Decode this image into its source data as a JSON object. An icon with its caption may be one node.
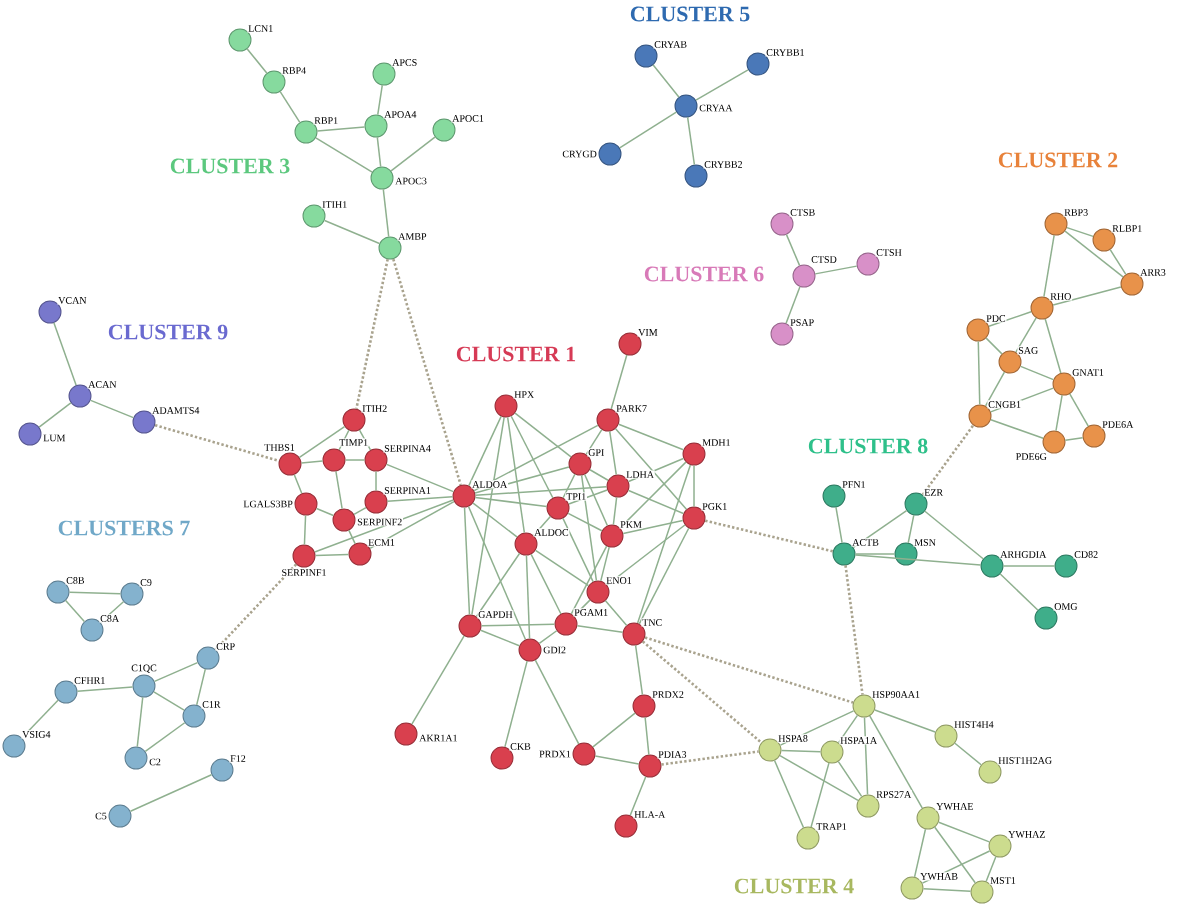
{
  "diagram": {
    "nodes": [
      {
        "text": [
          "CRYAB"
        ]
      },
      {
        "text": [
          "CRYBB1"
        ]
      },
      {
        "text": [
          "CRYAA"
        ]
      },
      {
        "text": [
          "CRYGD"
        ]
      },
      {
        "text": [
          "CRYBB2"
        ]
      },
      {
        "text": [
          "LCN1"
        ]
      },
      {
        "text": [
          "RBP4"
        ]
      },
      {
        "text": [
          "APCS"
        ]
      },
      {
        "text": [
          "RBP1"
        ]
      },
      {
        "text": [
          "APOA4"
        ]
      },
      {
        "text": [
          "APOC1"
        ]
      },
      {
        "text": [
          "APOC3"
        ]
      },
      {
        "text": [
          "ITIH1"
        ]
      },
      {
        "text": [
          "AMBP"
        ]
      },
      {
        "text": [
          "CTSB"
        ]
      },
      {
        "text": [
          "CTSH"
        ]
      },
      {
        "text": [
          "CTSD"
        ]
      },
      {
        "text": [
          "PSAP"
        ]
      },
      {
        "text": [
          "RBP3"
        ]
      },
      {
        "text": [
          "RLBP1"
        ]
      },
      {
        "text": [
          "ARR3"
        ]
      },
      {
        "text": [
          "RHO"
        ]
      },
      {
        "text": [
          "PDC"
        ]
      },
      {
        "text": [
          "SAG"
        ]
      },
      {
        "text": [
          "GNAT1"
        ]
      },
      {
        "text": [
          "CNGB1"
        ]
      },
      {
        "text": [
          "PDE6G"
        ]
      },
      {
        "text": [
          "PDE6A"
        ]
      },
      {
        "text": [
          "VCAN"
        ]
      },
      {
        "text": [
          "ACAN"
        ]
      },
      {
        "text": [
          "ADAMTS4"
        ]
      },
      {
        "text": [
          "LUM"
        ]
      },
      {
        "text": [
          "VIM"
        ]
      },
      {
        "text": [
          "HPX"
        ]
      },
      {
        "text": [
          "ITIH2"
        ]
      },
      {
        "text": [
          "PARK7"
        ]
      },
      {
        "text": [
          "MDH1"
        ]
      },
      {
        "text": [
          "THBS1"
        ]
      },
      {
        "text": [
          "TIMP1"
        ]
      },
      {
        "text": [
          "SERPINA4"
        ]
      },
      {
        "text": [
          "GPI"
        ]
      },
      {
        "text": [
          "LDHA"
        ]
      },
      {
        "text": [
          "ALDOA"
        ]
      },
      {
        "text": [
          "LGALS3BP"
        ]
      },
      {
        "text": [
          "SERPINA1"
        ]
      },
      {
        "text": [
          "TPI1"
        ]
      },
      {
        "text": [
          "PGK1"
        ]
      },
      {
        "text": [
          "SERPINF2"
        ]
      },
      {
        "text": [
          "PKM"
        ]
      },
      {
        "text": [
          "ALDOC"
        ]
      },
      {
        "text": [
          "SERPINF1"
        ]
      },
      {
        "text": [
          "ECM1"
        ]
      },
      {
        "text": [
          "ENO1"
        ]
      },
      {
        "text": [
          "GAPDH"
        ]
      },
      {
        "text": [
          "TNC"
        ]
      },
      {
        "text": [
          "PGAM1"
        ]
      },
      {
        "text": [
          "GDI2"
        ]
      },
      {
        "text": [
          "AKR1A1"
        ]
      },
      {
        "text": [
          "PRDX2"
        ]
      },
      {
        "text": [
          "CKB"
        ]
      },
      {
        "text": [
          "PRDX1"
        ]
      },
      {
        "text": [
          "PDIA3"
        ]
      },
      {
        "text": [
          "HLA-A"
        ]
      },
      {
        "text": [
          "PFN1"
        ]
      },
      {
        "text": [
          "EZR"
        ]
      },
      {
        "text": [
          "ACTB"
        ]
      },
      {
        "text": [
          "MSN"
        ]
      },
      {
        "text": [
          "ARHGDIA"
        ]
      },
      {
        "text": [
          "CD82"
        ]
      },
      {
        "text": [
          "OMG"
        ]
      },
      {
        "text": [
          "C8B"
        ]
      },
      {
        "text": [
          "C9"
        ]
      },
      {
        "text": [
          "C8A"
        ]
      },
      {
        "text": [
          "CRP"
        ]
      },
      {
        "text": [
          "CFHR1"
        ]
      },
      {
        "text": [
          "C1QC"
        ]
      },
      {
        "text": [
          "C1R"
        ]
      },
      {
        "text": [
          "VSIG4"
        ]
      },
      {
        "text": [
          "C2"
        ]
      },
      {
        "text": [
          "F12"
        ]
      },
      {
        "text": [
          "C5"
        ]
      },
      {
        "text": [
          "HSP90AA1"
        ]
      },
      {
        "text": [
          "HIST4H4"
        ]
      },
      {
        "text": [
          "HSPA8"
        ]
      },
      {
        "text": [
          "HSPA1A"
        ]
      },
      {
        "text": [
          "HIST1H2AG"
        ]
      },
      {
        "text": [
          "RPS27A"
        ]
      },
      {
        "text": [
          "YWHAE"
        ]
      },
      {
        "text": [
          "TRAP1"
        ]
      },
      {
        "text": [
          "YWHAZ"
        ]
      },
      {
        "text": [
          "YWHAB"
        ]
      },
      {
        "text": [
          "MST1"
        ]
      }
    ],
    "edges": [
      {
        "from": 0,
        "to": 2,
        "arrow": "none"
      },
      {
        "from": 1,
        "to": 2,
        "arrow": "none"
      },
      {
        "from": 3,
        "to": 2,
        "arrow": "none"
      },
      {
        "from": 4,
        "to": 2,
        "arrow": "none"
      },
      {
        "from": 5,
        "to": 6,
        "arrow": "none"
      },
      {
        "from": 6,
        "to": 8,
        "arrow": "none"
      },
      {
        "from": 8,
        "to": 9,
        "arrow": "none"
      },
      {
        "from": 8,
        "to": 11,
        "arrow": "none"
      },
      {
        "from": 7,
        "to": 9,
        "arrow": "none"
      },
      {
        "from": 9,
        "to": 11,
        "arrow": "none"
      },
      {
        "from": 10,
        "to": 11,
        "arrow": "none"
      },
      {
        "from": 11,
        "to": 13,
        "arrow": "none"
      },
      {
        "from": 12,
        "to": 13,
        "arrow": "none"
      },
      {
        "from": 14,
        "to": 16,
        "arrow": "none"
      },
      {
        "from": 16,
        "to": 15,
        "arrow": "none"
      },
      {
        "from": 16,
        "to": 17,
        "arrow": "none"
      },
      {
        "from": 18,
        "to": 19,
        "arrow": "none"
      },
      {
        "from": 18,
        "to": 21,
        "arrow": "none"
      },
      {
        "from": 18,
        "to": 20,
        "arrow": "none"
      },
      {
        "from": 19,
        "to": 20,
        "arrow": "none"
      },
      {
        "from": 21,
        "to": 20,
        "arrow": "none"
      },
      {
        "from": 21,
        "to": 22,
        "arrow": "none"
      },
      {
        "from": 21,
        "to": 23,
        "arrow": "none"
      },
      {
        "from": 21,
        "to": 24,
        "arrow": "none"
      },
      {
        "from": 22,
        "to": 23,
        "arrow": "none"
      },
      {
        "from": 22,
        "to": 25,
        "arrow": "none"
      },
      {
        "from": 23,
        "to": 24,
        "arrow": "none"
      },
      {
        "from": 23,
        "to": 25,
        "arrow": "none"
      },
      {
        "from": 24,
        "to": 25,
        "arrow": "none"
      },
      {
        "from": 24,
        "to": 26,
        "arrow": "none"
      },
      {
        "from": 24,
        "to": 27,
        "arrow": "none"
      },
      {
        "from": 25,
        "to": 26,
        "arrow": "none"
      },
      {
        "from": 26,
        "to": 27,
        "arrow": "none"
      },
      {
        "from": 28,
        "to": 29,
        "arrow": "none"
      },
      {
        "from": 29,
        "to": 31,
        "arrow": "none"
      },
      {
        "from": 29,
        "to": 30,
        "arrow": "none"
      },
      {
        "from": 34,
        "to": 37,
        "arrow": "none"
      },
      {
        "from": 34,
        "to": 38,
        "arrow": "none"
      },
      {
        "from": 34,
        "to": 39,
        "arrow": "none"
      },
      {
        "from": 37,
        "to": 38,
        "arrow": "none"
      },
      {
        "from": 38,
        "to": 39,
        "arrow": "none"
      },
      {
        "from": 37,
        "to": 43,
        "arrow": "none"
      },
      {
        "from": 43,
        "to": 47,
        "arrow": "none"
      },
      {
        "from": 43,
        "to": 50,
        "arrow": "none"
      },
      {
        "from": 47,
        "to": 44,
        "arrow": "none"
      },
      {
        "from": 47,
        "to": 51,
        "arrow": "none"
      },
      {
        "from": 44,
        "to": 39,
        "arrow": "none"
      },
      {
        "from": 50,
        "to": 51,
        "arrow": "none"
      },
      {
        "from": 38,
        "to": 47,
        "arrow": "none"
      },
      {
        "from": 39,
        "to": 42,
        "arrow": "none"
      },
      {
        "from": 44,
        "to": 42,
        "arrow": "none"
      },
      {
        "from": 51,
        "to": 42,
        "arrow": "none"
      },
      {
        "from": 50,
        "to": 42,
        "arrow": "none"
      },
      {
        "from": 42,
        "to": 33,
        "arrow": "none"
      },
      {
        "from": 42,
        "to": 40,
        "arrow": "none"
      },
      {
        "from": 42,
        "to": 45,
        "arrow": "none"
      },
      {
        "from": 42,
        "to": 49,
        "arrow": "none"
      },
      {
        "from": 42,
        "to": 53,
        "arrow": "none"
      },
      {
        "from": 42,
        "to": 56,
        "arrow": "none"
      },
      {
        "from": 42,
        "to": 35,
        "arrow": "none"
      },
      {
        "from": 42,
        "to": 41,
        "arrow": "none"
      },
      {
        "from": 33,
        "to": 40,
        "arrow": "none"
      },
      {
        "from": 33,
        "to": 45,
        "arrow": "none"
      },
      {
        "from": 33,
        "to": 49,
        "arrow": "none"
      },
      {
        "from": 33,
        "to": 53,
        "arrow": "none"
      },
      {
        "from": 35,
        "to": 32,
        "arrow": "none"
      },
      {
        "from": 35,
        "to": 40,
        "arrow": "none"
      },
      {
        "from": 35,
        "to": 41,
        "arrow": "none"
      },
      {
        "from": 35,
        "to": 36,
        "arrow": "none"
      },
      {
        "from": 35,
        "to": 46,
        "arrow": "none"
      },
      {
        "from": 36,
        "to": 41,
        "arrow": "none"
      },
      {
        "from": 36,
        "to": 46,
        "arrow": "none"
      },
      {
        "from": 36,
        "to": 48,
        "arrow": "none"
      },
      {
        "from": 36,
        "to": 54,
        "arrow": "none"
      },
      {
        "from": 40,
        "to": 41,
        "arrow": "none"
      },
      {
        "from": 40,
        "to": 45,
        "arrow": "none"
      },
      {
        "from": 40,
        "to": 48,
        "arrow": "none"
      },
      {
        "from": 40,
        "to": 52,
        "arrow": "none"
      },
      {
        "from": 41,
        "to": 45,
        "arrow": "none"
      },
      {
        "from": 41,
        "to": 46,
        "arrow": "none"
      },
      {
        "from": 41,
        "to": 48,
        "arrow": "none"
      },
      {
        "from": 45,
        "to": 48,
        "arrow": "none"
      },
      {
        "from": 45,
        "to": 49,
        "arrow": "none"
      },
      {
        "from": 45,
        "to": 52,
        "arrow": "none"
      },
      {
        "from": 46,
        "to": 48,
        "arrow": "none"
      },
      {
        "from": 46,
        "to": 52,
        "arrow": "none"
      },
      {
        "from": 46,
        "to": 54,
        "arrow": "none"
      },
      {
        "from": 48,
        "to": 52,
        "arrow": "none"
      },
      {
        "from": 48,
        "to": 55,
        "arrow": "none"
      },
      {
        "from": 49,
        "to": 52,
        "arrow": "none"
      },
      {
        "from": 49,
        "to": 53,
        "arrow": "none"
      },
      {
        "from": 49,
        "to": 55,
        "arrow": "none"
      },
      {
        "from": 49,
        "to": 56,
        "arrow": "none"
      },
      {
        "from": 52,
        "to": 54,
        "arrow": "none"
      },
      {
        "from": 52,
        "to": 55,
        "arrow": "none"
      },
      {
        "from": 53,
        "to": 55,
        "arrow": "none"
      },
      {
        "from": 53,
        "to": 56,
        "arrow": "none"
      },
      {
        "from": 53,
        "to": 57,
        "arrow": "none"
      },
      {
        "from": 54,
        "to": 55,
        "arrow": "none"
      },
      {
        "from": 54,
        "to": 58,
        "arrow": "none"
      },
      {
        "from": 55,
        "to": 56,
        "arrow": "none"
      },
      {
        "from": 56,
        "to": 59,
        "arrow": "none"
      },
      {
        "from": 58,
        "to": 60,
        "arrow": "none"
      },
      {
        "from": 58,
        "to": 61,
        "arrow": "none"
      },
      {
        "from": 60,
        "to": 61,
        "arrow": "none"
      },
      {
        "from": 60,
        "to": 56,
        "arrow": "none"
      },
      {
        "from": 61,
        "to": 62,
        "arrow": "none"
      },
      {
        "from": 63,
        "to": 65,
        "arrow": "none"
      },
      {
        "from": 65,
        "to": 64,
        "arrow": "none"
      },
      {
        "from": 65,
        "to": 66,
        "arrow": "none"
      },
      {
        "from": 64,
        "to": 66,
        "arrow": "none"
      },
      {
        "from": 64,
        "to": 67,
        "arrow": "none"
      },
      {
        "from": 65,
        "to": 67,
        "arrow": "none"
      },
      {
        "from": 67,
        "to": 68,
        "arrow": "none"
      },
      {
        "from": 67,
        "to": 69,
        "arrow": "none"
      },
      {
        "from": 70,
        "to": 71,
        "arrow": "none"
      },
      {
        "from": 70,
        "to": 72,
        "arrow": "none"
      },
      {
        "from": 71,
        "to": 72,
        "arrow": "none"
      },
      {
        "from": 74,
        "to": 75,
        "arrow": "none"
      },
      {
        "from": 75,
        "to": 73,
        "arrow": "none"
      },
      {
        "from": 75,
        "to": 76,
        "arrow": "none"
      },
      {
        "from": 75,
        "to": 78,
        "arrow": "none"
      },
      {
        "from": 73,
        "to": 76,
        "arrow": "none"
      },
      {
        "from": 76,
        "to": 78,
        "arrow": "none"
      },
      {
        "from": 77,
        "to": 74,
        "arrow": "none"
      },
      {
        "from": 79,
        "to": 80,
        "arrow": "none"
      },
      {
        "from": 81,
        "to": 83,
        "arrow": "none"
      },
      {
        "from": 81,
        "to": 84,
        "arrow": "none"
      },
      {
        "from": 81,
        "to": 86,
        "arrow": "none"
      },
      {
        "from": 81,
        "to": 82,
        "arrow": "none"
      },
      {
        "from": 82,
        "to": 85,
        "arrow": "none"
      },
      {
        "from": 81,
        "to": 87,
        "arrow": "none"
      },
      {
        "from": 83,
        "to": 84,
        "arrow": "none"
      },
      {
        "from": 83,
        "to": 86,
        "arrow": "none"
      },
      {
        "from": 83,
        "to": 88,
        "arrow": "none"
      },
      {
        "from": 84,
        "to": 86,
        "arrow": "none"
      },
      {
        "from": 84,
        "to": 88,
        "arrow": "none"
      },
      {
        "from": 87,
        "to": 89,
        "arrow": "none"
      },
      {
        "from": 87,
        "to": 90,
        "arrow": "none"
      },
      {
        "from": 87,
        "to": 91,
        "arrow": "none"
      },
      {
        "from": 89,
        "to": 90,
        "arrow": "none"
      },
      {
        "from": 89,
        "to": 91,
        "arrow": "none"
      },
      {
        "from": 90,
        "to": 91,
        "arrow": "none"
      },
      {
        "from": 13,
        "to": 34,
        "arrow": "none",
        "style": "dashed",
        "color": "#a9a38e"
      },
      {
        "from": 13,
        "to": 42,
        "arrow": "none",
        "style": "dashed",
        "color": "#a9a38e"
      },
      {
        "from": 30,
        "to": 37,
        "arrow": "none",
        "style": "dashed",
        "color": "#a9a38e"
      },
      {
        "from": 50,
        "to": 73,
        "arrow": "none",
        "style": "dashed",
        "color": "#a9a38e"
      },
      {
        "from": 46,
        "to": 65,
        "arrow": "none",
        "style": "dashed",
        "color": "#a9a38e"
      },
      {
        "from": 54,
        "to": 81,
        "arrow": "none",
        "style": "dashed",
        "color": "#a9a38e"
      },
      {
        "from": 54,
        "to": 83,
        "arrow": "none",
        "style": "dashed",
        "color": "#a9a38e"
      },
      {
        "from": 61,
        "to": 83,
        "arrow": "none",
        "style": "dashed",
        "color": "#a9a38e"
      },
      {
        "from": 65,
        "to": 81,
        "arrow": "none",
        "style": "dashed",
        "color": "#a9a38e"
      },
      {
        "from": 64,
        "to": 25,
        "arrow": "none",
        "style": "dashed",
        "color": "#a9a38e"
      }
    ],
    "labels": [
      "CLUSTER 5",
      "CLUSTER 2",
      "CLUSTER 3",
      "CLUSTER 6",
      "CLUSTER 9",
      "CLUSTER 1",
      "CLUSTER 8",
      "CLUSTERS 7",
      "CLUSTER 4"
    ]
  }
}
